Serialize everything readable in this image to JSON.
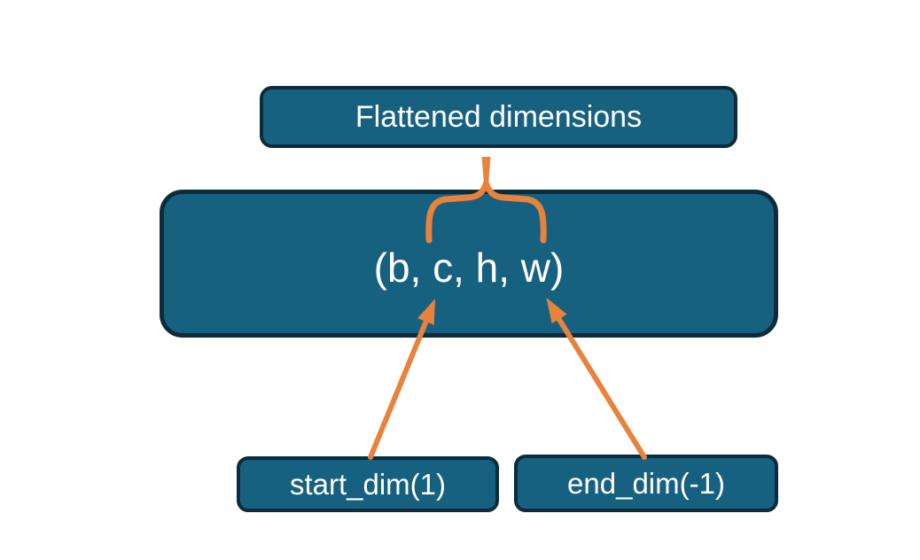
{
  "diagram": {
    "background_color": "#FFFFFF",
    "colors": {
      "node_fill": "#176180",
      "node_border": "#0C2B3B",
      "accent": "#E8823C",
      "text": "#FFFFFF"
    },
    "nodes": {
      "flattened": {
        "label": "Flattened dimensions"
      },
      "tensor": {
        "label": "(b, c, h, w)"
      },
      "start_dim": {
        "label": "start_dim(1)"
      },
      "end_dim": {
        "label": "end_dim(-1)"
      }
    },
    "connectors": [
      {
        "name": "brace-flattened-span",
        "type": "curly-brace",
        "from": "flattened",
        "to": "tensor",
        "color": "#E8823C"
      },
      {
        "name": "arrow-start-dim-to-tensor",
        "type": "arrow",
        "from": "start_dim",
        "to": "tensor",
        "color": "#E8823C"
      },
      {
        "name": "arrow-end-dim-to-tensor",
        "type": "arrow",
        "from": "end_dim",
        "to": "tensor",
        "color": "#E8823C"
      }
    ]
  }
}
